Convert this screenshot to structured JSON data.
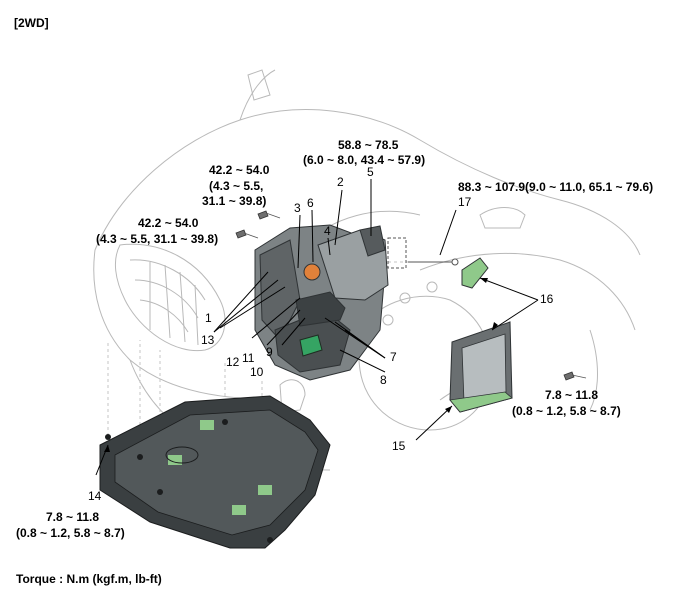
{
  "header": {
    "variant": "[2WD]"
  },
  "footer": {
    "torque_units": "Torque : N.m (kgf.m, lb-ft)"
  },
  "torques": {
    "t1": {
      "line1": "58.8 ~ 78.5",
      "line2": "(6.0 ~ 8.0, 43.4 ~ 57.9)"
    },
    "t2": {
      "line1": "42.2 ~ 54.0",
      "line2": "(4.3 ~ 5.5,",
      "line3": "31.1 ~ 39.8)"
    },
    "t3": {
      "line1": "42.2 ~ 54.0",
      "line2": "(4.3 ~ 5.5, 31.1 ~ 39.8)"
    },
    "t4": {
      "line1": "88.3 ~ 107.9(9.0 ~ 11.0, 65.1 ~ 79.6)"
    },
    "t5": {
      "line1": "7.8 ~ 11.8",
      "line2": "(0.8 ~ 1.2, 5.8 ~ 8.7)"
    },
    "t6": {
      "line1": "7.8 ~ 11.8",
      "line2": "(0.8 ~ 1.2, 5.8 ~ 8.7)"
    }
  },
  "callouts": {
    "n1": "1",
    "n2": "2",
    "n3": "3",
    "n4": "4",
    "n5": "5",
    "n6": "6",
    "n7": "7",
    "n8": "8",
    "n9": "9",
    "n10": "10",
    "n11": "11",
    "n12": "12",
    "n13": "13",
    "n14": "14",
    "n15": "15",
    "n16": "16",
    "n17": "17"
  },
  "colors": {
    "cover_green": "#8fc98a",
    "cover_dark": "#3a3f41",
    "line_gray": "#b9b9b9"
  }
}
